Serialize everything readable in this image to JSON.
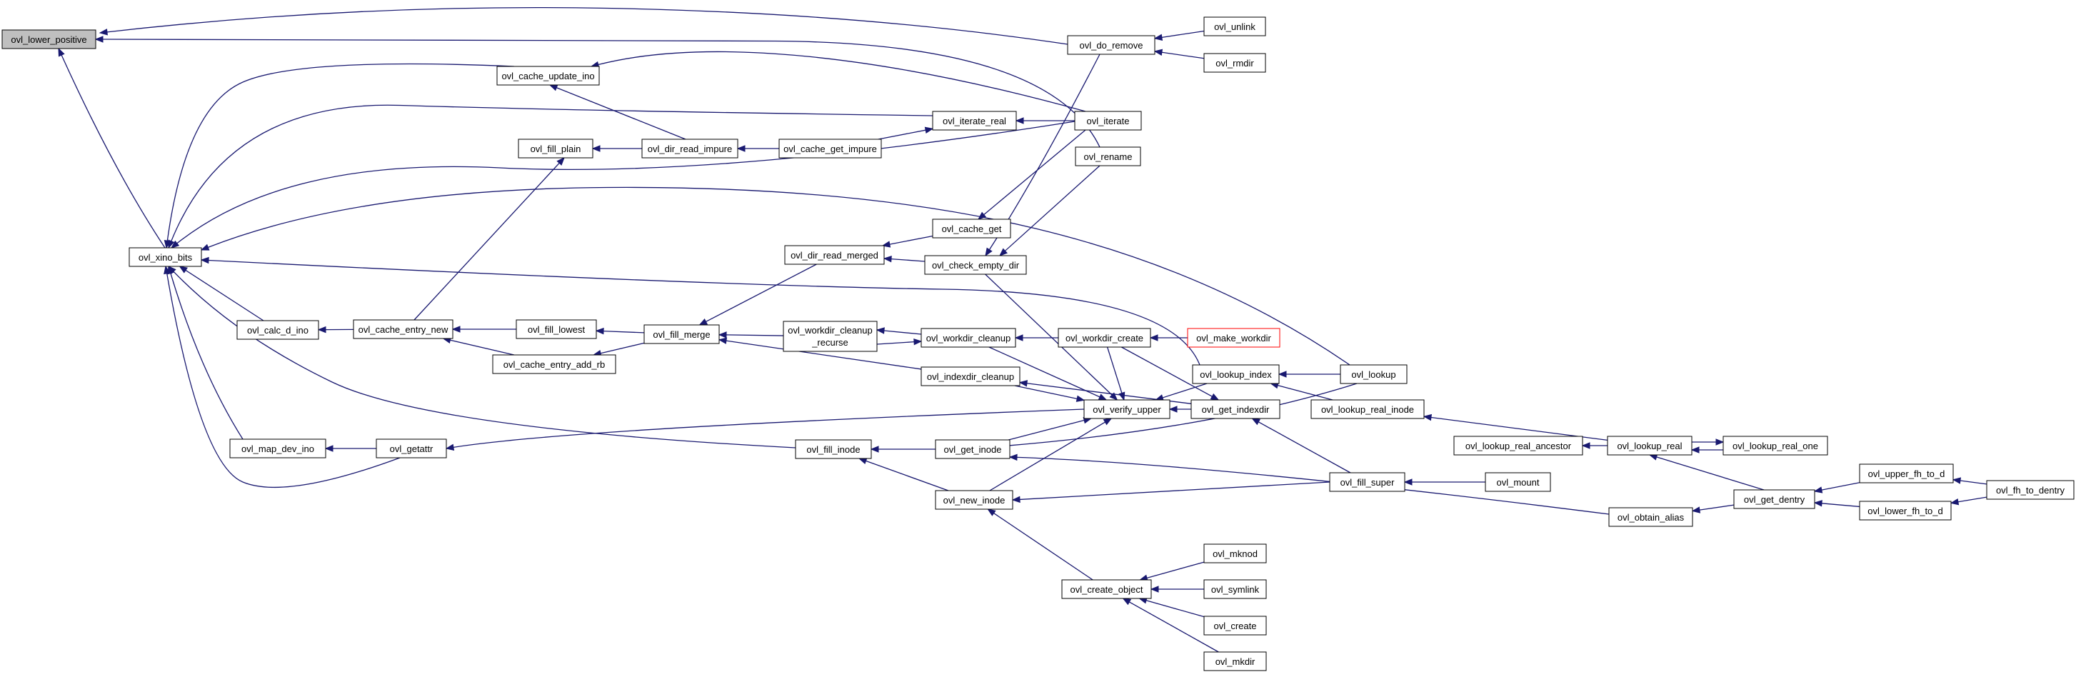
{
  "graph": {
    "edge_color": "#191970",
    "root_fill": "#bfbfbf",
    "truncated_border": "#ff0000",
    "nodes": [
      {
        "id": "ovl_lower_positive",
        "label": "ovl_lower_positive",
        "root": true
      },
      {
        "id": "ovl_xino_bits",
        "label": "ovl_xino_bits"
      },
      {
        "id": "ovl_do_remove",
        "label": "ovl_do_remove"
      },
      {
        "id": "ovl_unlink",
        "label": "ovl_unlink"
      },
      {
        "id": "ovl_rmdir",
        "label": "ovl_rmdir"
      },
      {
        "id": "ovl_cache_update_ino",
        "label": "ovl_cache_update_ino"
      },
      {
        "id": "ovl_iterate",
        "label": "ovl_iterate"
      },
      {
        "id": "ovl_iterate_real",
        "label": "ovl_iterate_real"
      },
      {
        "id": "ovl_fill_plain",
        "label": "ovl_fill_plain"
      },
      {
        "id": "ovl_dir_read_impure",
        "label": "ovl_dir_read_impure"
      },
      {
        "id": "ovl_cache_get_impure",
        "label": "ovl_cache_get_impure"
      },
      {
        "id": "ovl_rename",
        "label": "ovl_rename"
      },
      {
        "id": "ovl_cache_get",
        "label": "ovl_cache_get"
      },
      {
        "id": "ovl_dir_read_merged",
        "label": "ovl_dir_read_merged"
      },
      {
        "id": "ovl_check_empty_dir",
        "label": "ovl_check_empty_dir"
      },
      {
        "id": "ovl_calc_d_ino",
        "label": "ovl_calc_d_ino"
      },
      {
        "id": "ovl_cache_entry_new",
        "label": "ovl_cache_entry_new"
      },
      {
        "id": "ovl_fill_lowest",
        "label": "ovl_fill_lowest"
      },
      {
        "id": "ovl_fill_merge",
        "label": "ovl_fill_merge"
      },
      {
        "id": "ovl_cache_entry_add_rb",
        "label": "ovl_cache_entry_add_rb"
      },
      {
        "id": "ovl_workdir_cleanup_recurse",
        "label": "ovl_workdir_cleanup",
        "label2": "_recurse"
      },
      {
        "id": "ovl_workdir_cleanup",
        "label": "ovl_workdir_cleanup"
      },
      {
        "id": "ovl_workdir_create",
        "label": "ovl_workdir_create"
      },
      {
        "id": "ovl_make_workdir",
        "label": "ovl_make_workdir",
        "truncated": true
      },
      {
        "id": "ovl_lookup_index",
        "label": "ovl_lookup_index"
      },
      {
        "id": "ovl_lookup",
        "label": "ovl_lookup"
      },
      {
        "id": "ovl_indexdir_cleanup",
        "label": "ovl_indexdir_cleanup"
      },
      {
        "id": "ovl_verify_upper",
        "label": "ovl_verify_upper"
      },
      {
        "id": "ovl_get_indexdir",
        "label": "ovl_get_indexdir"
      },
      {
        "id": "ovl_lookup_real_inode",
        "label": "ovl_lookup_real_inode"
      },
      {
        "id": "ovl_lookup_real_ancestor",
        "label": "ovl_lookup_real_ancestor"
      },
      {
        "id": "ovl_lookup_real",
        "label": "ovl_lookup_real"
      },
      {
        "id": "ovl_lookup_real_one",
        "label": "ovl_lookup_real_one"
      },
      {
        "id": "ovl_map_dev_ino",
        "label": "ovl_map_dev_ino"
      },
      {
        "id": "ovl_getattr",
        "label": "ovl_getattr"
      },
      {
        "id": "ovl_fill_inode",
        "label": "ovl_fill_inode"
      },
      {
        "id": "ovl_get_inode",
        "label": "ovl_get_inode"
      },
      {
        "id": "ovl_new_inode",
        "label": "ovl_new_inode"
      },
      {
        "id": "ovl_fill_super",
        "label": "ovl_fill_super"
      },
      {
        "id": "ovl_mount",
        "label": "ovl_mount"
      },
      {
        "id": "ovl_obtain_alias",
        "label": "ovl_obtain_alias"
      },
      {
        "id": "ovl_get_dentry",
        "label": "ovl_get_dentry"
      },
      {
        "id": "ovl_upper_fh_to_d",
        "label": "ovl_upper_fh_to_d"
      },
      {
        "id": "ovl_lower_fh_to_d",
        "label": "ovl_lower_fh_to_d"
      },
      {
        "id": "ovl_fh_to_dentry",
        "label": "ovl_fh_to_dentry"
      },
      {
        "id": "ovl_create_object",
        "label": "ovl_create_object"
      },
      {
        "id": "ovl_mknod",
        "label": "ovl_mknod"
      },
      {
        "id": "ovl_symlink",
        "label": "ovl_symlink"
      },
      {
        "id": "ovl_create",
        "label": "ovl_create"
      },
      {
        "id": "ovl_mkdir",
        "label": "ovl_mkdir"
      }
    ],
    "edges": [
      [
        "ovl_do_remove",
        "ovl_lower_positive"
      ],
      [
        "ovl_xino_bits",
        "ovl_lower_positive"
      ],
      [
        "ovl_rename",
        "ovl_lower_positive"
      ],
      [
        "ovl_unlink",
        "ovl_do_remove"
      ],
      [
        "ovl_rmdir",
        "ovl_do_remove"
      ],
      [
        "ovl_cache_update_ino",
        "ovl_xino_bits"
      ],
      [
        "ovl_iterate_real",
        "ovl_xino_bits"
      ],
      [
        "ovl_iterate",
        "ovl_xino_bits"
      ],
      [
        "ovl_lookup",
        "ovl_xino_bits"
      ],
      [
        "ovl_lookup_index",
        "ovl_xino_bits"
      ],
      [
        "ovl_calc_d_ino",
        "ovl_xino_bits"
      ],
      [
        "ovl_fill_inode",
        "ovl_xino_bits"
      ],
      [
        "ovl_map_dev_ino",
        "ovl_xino_bits"
      ],
      [
        "ovl_getattr",
        "ovl_xino_bits"
      ],
      [
        "ovl_iterate",
        "ovl_cache_update_ino"
      ],
      [
        "ovl_dir_read_impure",
        "ovl_cache_update_ino"
      ],
      [
        "ovl_iterate",
        "ovl_iterate_real"
      ],
      [
        "ovl_cache_get_impure",
        "ovl_iterate_real"
      ],
      [
        "ovl_dir_read_impure",
        "ovl_fill_plain"
      ],
      [
        "ovl_cache_get_impure",
        "ovl_dir_read_impure"
      ],
      [
        "ovl_cache_entry_new",
        "ovl_fill_plain"
      ],
      [
        "ovl_cache_get",
        "ovl_dir_read_merged"
      ],
      [
        "ovl_check_empty_dir",
        "ovl_dir_read_merged"
      ],
      [
        "ovl_iterate",
        "ovl_cache_get"
      ],
      [
        "ovl_do_remove",
        "ovl_check_empty_dir"
      ],
      [
        "ovl_rename",
        "ovl_check_empty_dir"
      ],
      [
        "ovl_cache_entry_new",
        "ovl_calc_d_ino"
      ],
      [
        "ovl_fill_lowest",
        "ovl_cache_entry_new"
      ],
      [
        "ovl_cache_entry_add_rb",
        "ovl_cache_entry_new"
      ],
      [
        "ovl_fill_merge",
        "ovl_fill_lowest"
      ],
      [
        "ovl_fill_merge",
        "ovl_cache_entry_add_rb"
      ],
      [
        "ovl_dir_read_merged",
        "ovl_fill_merge"
      ],
      [
        "ovl_workdir_cleanup_recurse",
        "ovl_fill_merge"
      ],
      [
        "ovl_indexdir_cleanup",
        "ovl_fill_merge"
      ],
      [
        "ovl_workdir_cleanup",
        "ovl_workdir_cleanup_recurse"
      ],
      [
        "ovl_workdir_cleanup_recurse",
        "ovl_workdir_cleanup"
      ],
      [
        "ovl_workdir_create",
        "ovl_workdir_cleanup"
      ],
      [
        "ovl_make_workdir",
        "ovl_workdir_create"
      ],
      [
        "ovl_lookup",
        "ovl_lookup_index"
      ],
      [
        "ovl_get_indexdir",
        "ovl_indexdir_cleanup"
      ],
      [
        "ovl_workdir_create",
        "ovl_verify_upper"
      ],
      [
        "ovl_workdir_cleanup",
        "ovl_verify_upper"
      ],
      [
        "ovl_indexdir_cleanup",
        "ovl_verify_upper"
      ],
      [
        "ovl_lookup_index",
        "ovl_verify_upper"
      ],
      [
        "ovl_get_indexdir",
        "ovl_verify_upper"
      ],
      [
        "ovl_check_empty_dir",
        "ovl_verify_upper"
      ],
      [
        "ovl_get_inode",
        "ovl_verify_upper"
      ],
      [
        "ovl_new_inode",
        "ovl_verify_upper"
      ],
      [
        "ovl_fill_super",
        "ovl_get_indexdir"
      ],
      [
        "ovl_workdir_create",
        "ovl_get_indexdir"
      ],
      [
        "ovl_lookup_real_inode",
        "ovl_lookup_index"
      ],
      [
        "ovl_lookup_real",
        "ovl_lookup_real_inode"
      ],
      [
        "ovl_lookup_real",
        "ovl_lookup_real_ancestor"
      ],
      [
        "ovl_lookup_real_one",
        "ovl_lookup_real"
      ],
      [
        "ovl_lookup_real",
        "ovl_lookup_real_one"
      ],
      [
        "ovl_get_dentry",
        "ovl_lookup_real"
      ],
      [
        "ovl_getattr",
        "ovl_map_dev_ino"
      ],
      [
        "ovl_verify_upper",
        "ovl_getattr"
      ],
      [
        "ovl_get_inode",
        "ovl_fill_inode"
      ],
      [
        "ovl_new_inode",
        "ovl_fill_inode"
      ],
      [
        "ovl_lookup",
        "ovl_get_inode"
      ],
      [
        "ovl_obtain_alias",
        "ovl_get_inode"
      ],
      [
        "ovl_fill_super",
        "ovl_new_inode"
      ],
      [
        "ovl_create_object",
        "ovl_new_inode"
      ],
      [
        "ovl_mount",
        "ovl_fill_super"
      ],
      [
        "ovl_get_dentry",
        "ovl_obtain_alias"
      ],
      [
        "ovl_upper_fh_to_d",
        "ovl_get_dentry"
      ],
      [
        "ovl_lower_fh_to_d",
        "ovl_get_dentry"
      ],
      [
        "ovl_fh_to_dentry",
        "ovl_upper_fh_to_d"
      ],
      [
        "ovl_fh_to_dentry",
        "ovl_lower_fh_to_d"
      ],
      [
        "ovl_mknod",
        "ovl_create_object"
      ],
      [
        "ovl_symlink",
        "ovl_create_object"
      ],
      [
        "ovl_create",
        "ovl_create_object"
      ],
      [
        "ovl_mkdir",
        "ovl_create_object"
      ]
    ]
  }
}
